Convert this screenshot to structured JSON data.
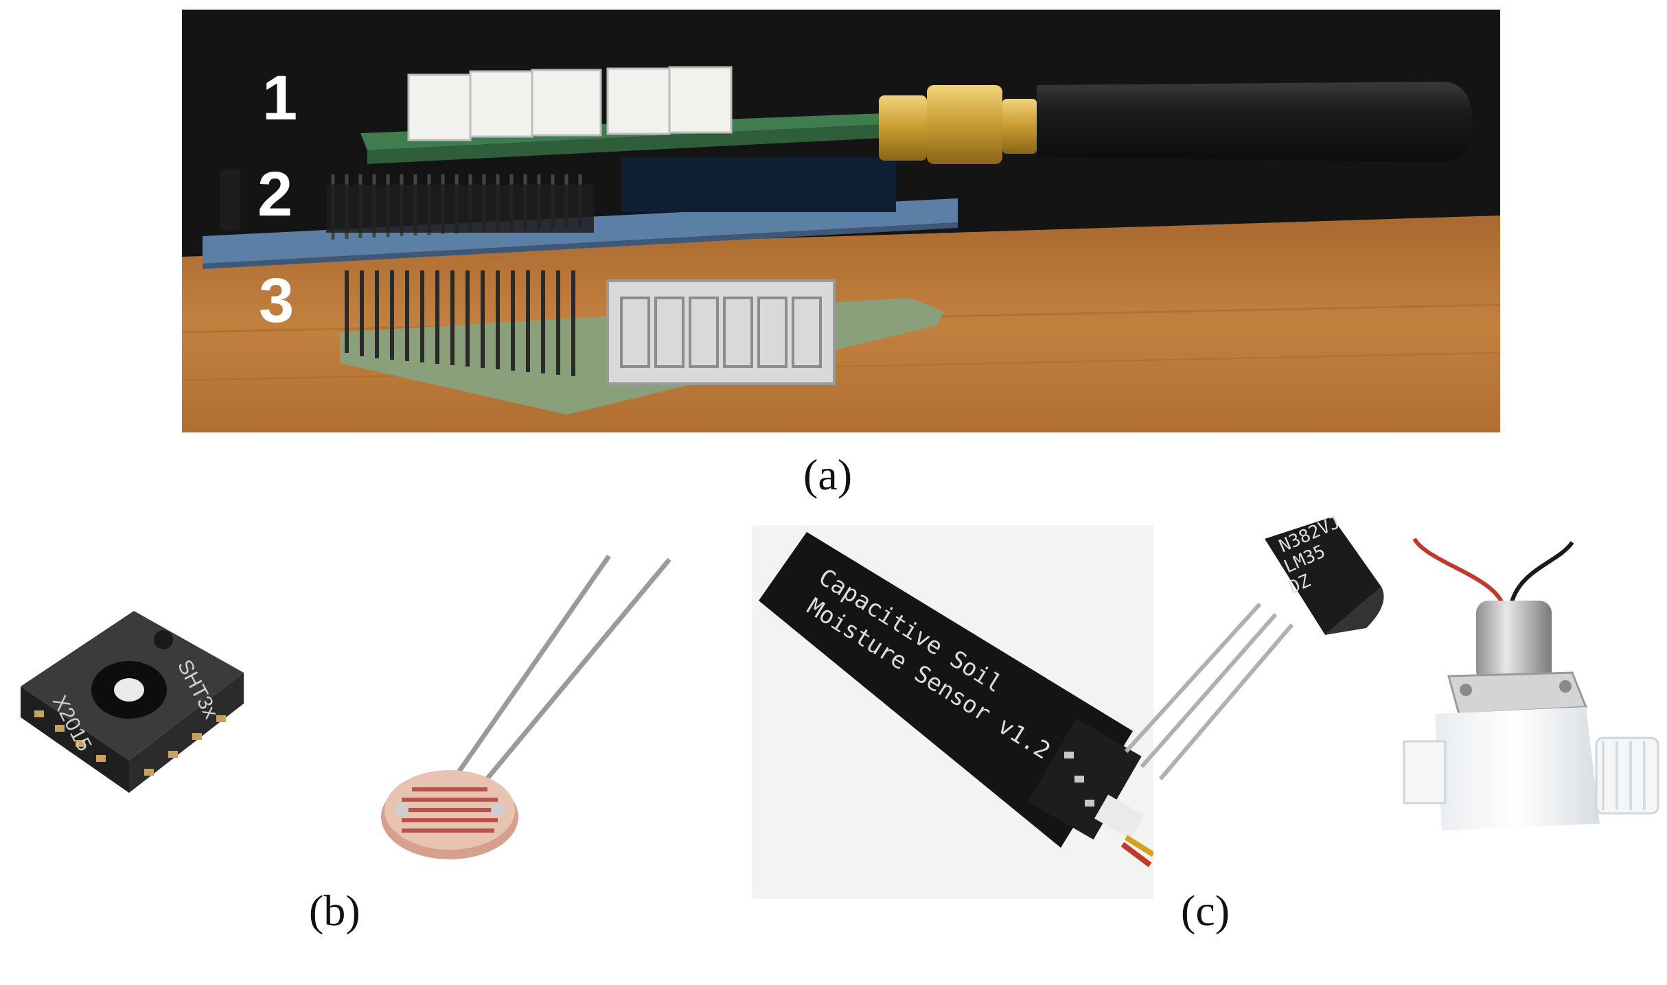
{
  "panel_a": {
    "layer_numbers": [
      "1",
      "2",
      "3"
    ],
    "caption": "(a)"
  },
  "panel_b": {
    "caption": "(b)",
    "sht_chip": {
      "model": "SHT3x",
      "code": "X2015"
    }
  },
  "panel_c": {
    "caption": "(c)",
    "soil_sensor": {
      "line1": "Capacitive Soil",
      "line2": "Moisture Sensor v1.2"
    },
    "lm35": {
      "line1": "N382VJ",
      "line2": "LM35",
      "line3": "DZ"
    }
  },
  "colors": {
    "background": "#ffffff",
    "photo_dark_bg": "#141414",
    "table_wood": "#b8773c",
    "pcb_green": "#3f7d4e",
    "pcb_blue": "#5c7fa6",
    "antenna_black": "#1a1a1a",
    "sma_gold": "#c9a037",
    "ldr_red": "#b8524a"
  }
}
